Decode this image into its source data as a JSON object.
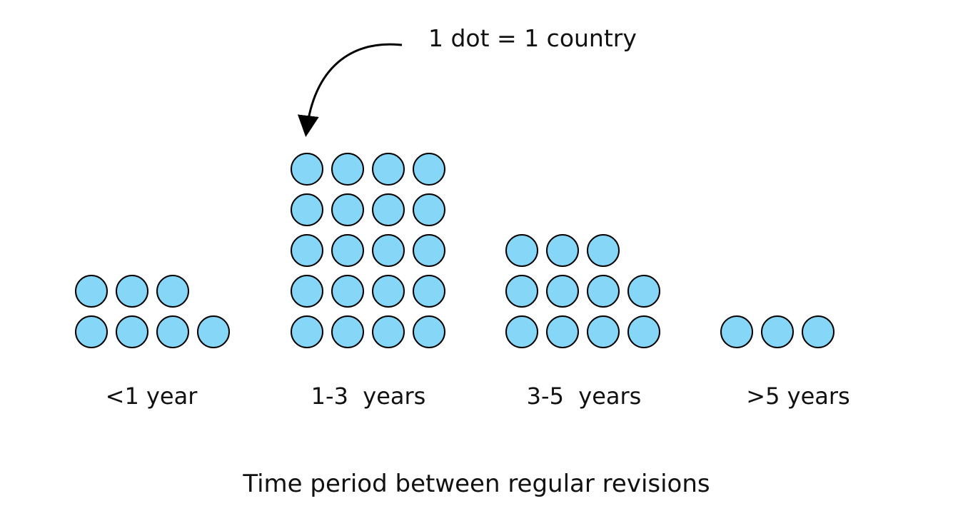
{
  "chart_data": {
    "type": "dot",
    "title": "Time period between regular revisions",
    "legend": "1 dot = 1 country",
    "categories": [
      "<1 year",
      "1-3  years",
      "3-5  years",
      ">5 years"
    ],
    "values": [
      7,
      20,
      11,
      3
    ],
    "dots_per_row": 4,
    "dot_unit": "country",
    "dot_color": "#85d6f7",
    "dot_border_color": "#000000",
    "background_color": "#ffffff",
    "legend_position": "top",
    "grid": false
  }
}
